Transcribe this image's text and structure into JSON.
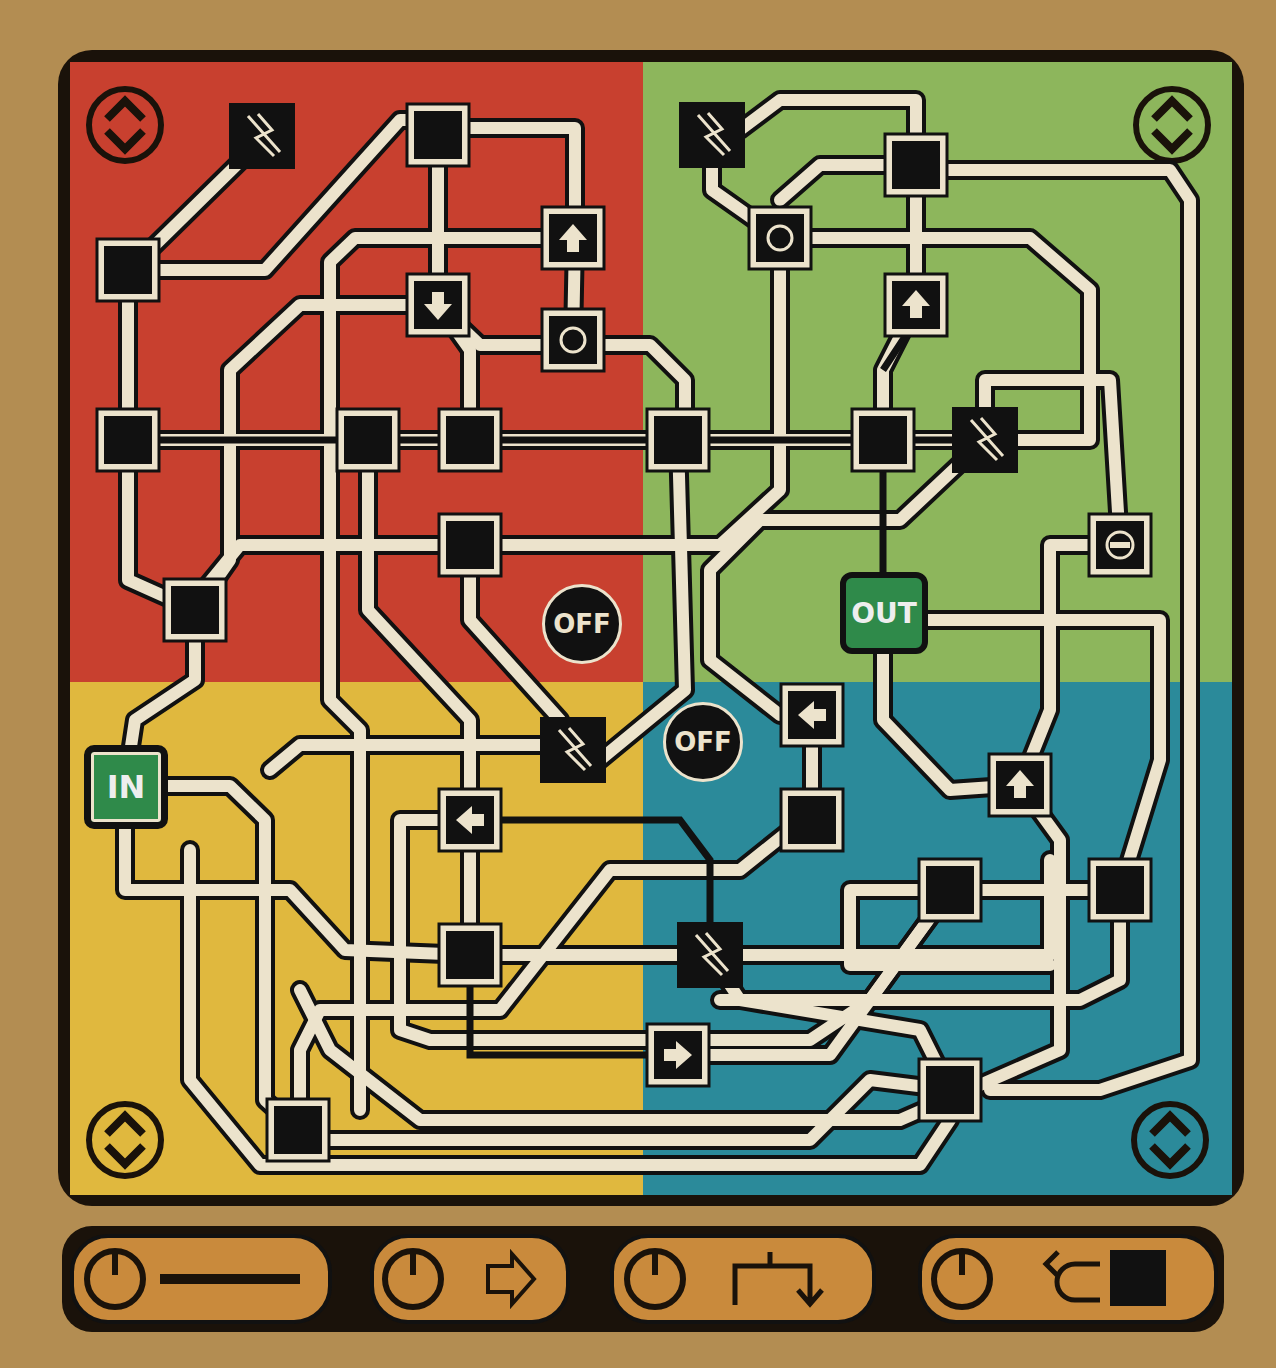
{
  "diagram": {
    "nodes": [
      {
        "text": [
          "OUT"
        ]
      },
      {
        "text": [
          "OFF"
        ]
      },
      {
        "text": [
          "OFF"
        ]
      },
      {
        "text": [
          "IN"
        ]
      }
    ]
  }
}
